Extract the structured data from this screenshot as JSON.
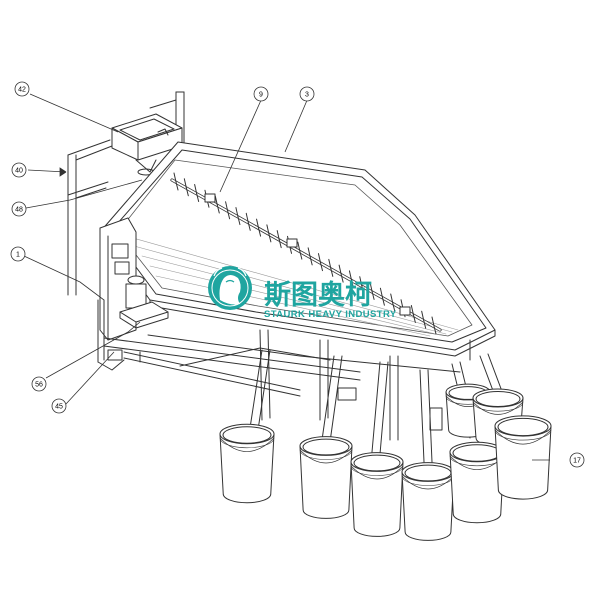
{
  "callouts": [
    {
      "id": "c42",
      "label": "42"
    },
    {
      "id": "c9",
      "label": "9"
    },
    {
      "id": "c3",
      "label": "3"
    },
    {
      "id": "c40",
      "label": "40"
    },
    {
      "id": "c48",
      "label": "48"
    },
    {
      "id": "c1",
      "label": "1"
    },
    {
      "id": "c56",
      "label": "56"
    },
    {
      "id": "c45",
      "label": "45"
    },
    {
      "id": "c17",
      "label": "17"
    }
  ],
  "watermark": {
    "cn": "斯图奥柯",
    "en": "STAURK HEAVY INDUSTRY",
    "color": "#1fa5a0"
  }
}
